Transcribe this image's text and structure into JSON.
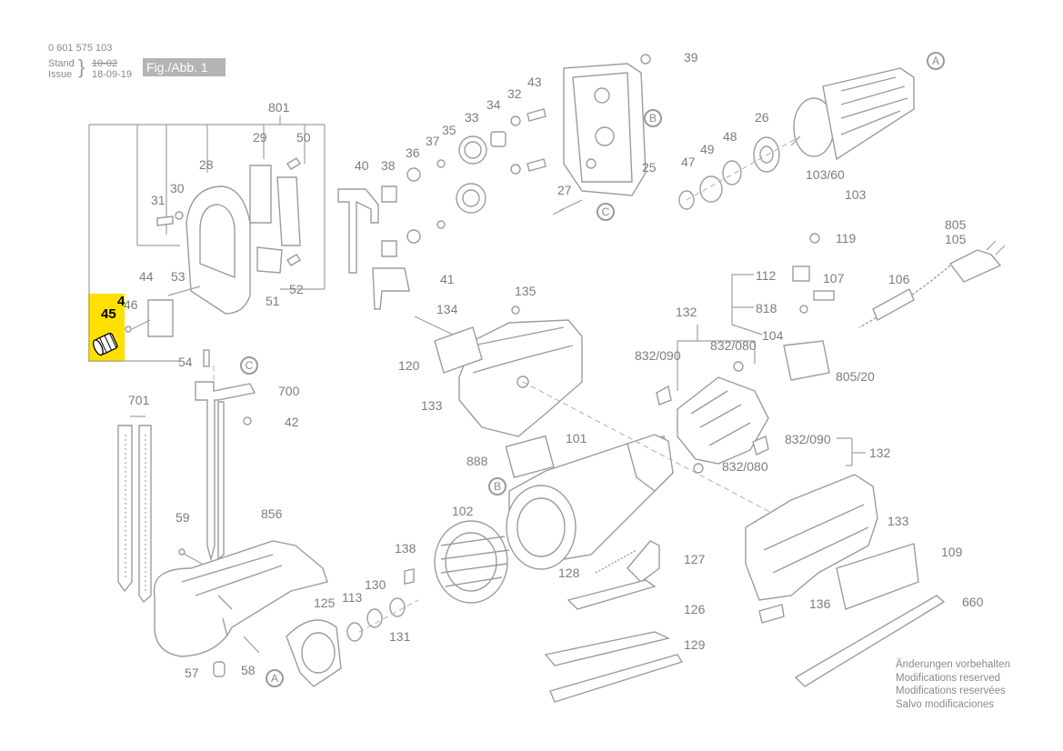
{
  "header": {
    "part_number": "0 601 575 103",
    "stand_label": "Stand",
    "issue_label": "Issue",
    "old_date": "10-02",
    "new_date": "18-09-19",
    "figure_label": "Fig./Abb. 1"
  },
  "highlight": {
    "primary": "45",
    "secondary": "4"
  },
  "callouts": [
    "801",
    "29",
    "50",
    "28",
    "31",
    "30",
    "44",
    "53",
    "46",
    "51",
    "52",
    "54",
    "700",
    "42",
    "701",
    "59",
    "856",
    "57",
    "58",
    "39",
    "43",
    "32",
    "34",
    "33",
    "35",
    "37",
    "36",
    "38",
    "40",
    "41",
    "25",
    "27",
    "26",
    "49",
    "48",
    "47",
    "103/60",
    "103",
    "805",
    "105",
    "119",
    "112",
    "107",
    "106",
    "818",
    "132",
    "104",
    "832/090",
    "832/080",
    "805/20",
    "134",
    "135",
    "120",
    "133",
    "101",
    "888",
    "102",
    "138",
    "113",
    "130",
    "131",
    "125",
    "128",
    "127",
    "126",
    "129",
    "136",
    "109",
    "660"
  ],
  "markers": [
    "A",
    "B",
    "C",
    "C",
    "B",
    "A"
  ],
  "notes": [
    "Änderungen vorbehalten",
    "Modifications reserved",
    "Modifications reservées",
    "Salvo modificaciones"
  ]
}
